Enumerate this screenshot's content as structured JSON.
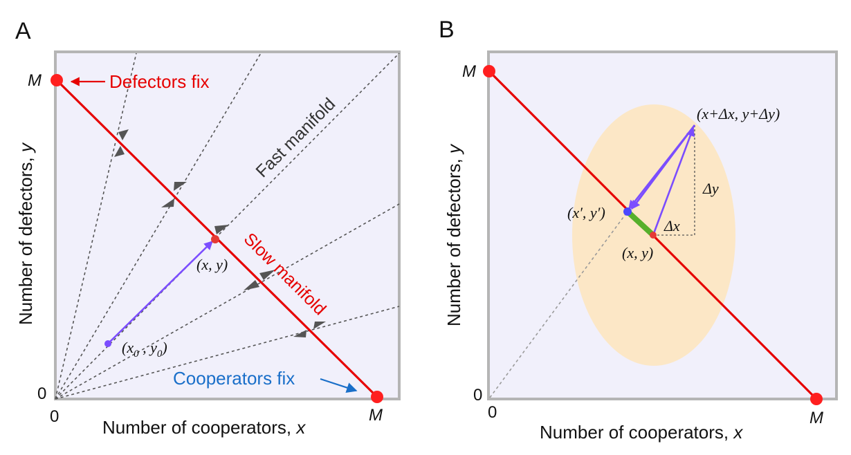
{
  "colors": {
    "slow_manifold": "#e60000",
    "fixation_point": "#ff1f1f",
    "trajectory_arrow": "#7b4dff",
    "cooperators_label": "#1a6fc9",
    "dashed_lines": "#555555",
    "panel_bg": "#f1f0fb",
    "panel_border": "#b5b5b5",
    "fluctuation_ellipse": "#fce7c6",
    "projection_segment": "#56b02c",
    "state_point_blue": "#4a47ff"
  },
  "panel_a": {
    "letter": "A",
    "x_axis_title": "Number of cooperators, ",
    "x_axis_var": "x",
    "y_axis_title": "Number of defectors, ",
    "y_axis_var": "y",
    "origin_x_tick": "0",
    "origin_y_tick": "0",
    "max_x_tick": "M",
    "max_y_tick": "M",
    "defectors_fix_label": "Defectors fix",
    "cooperators_fix_label": "Cooperators fix",
    "fast_manifold_label": "Fast manifold",
    "slow_manifold_label": "Slow manifold",
    "point_xy": "(x, y)",
    "point_x0": "(x",
    "sub0_a": "0",
    "comma_y": " , y",
    "sub0_b": "0",
    "close_paren": ")"
  },
  "panel_b": {
    "letter": "B",
    "x_axis_title": "Number of cooperators, ",
    "x_axis_var": "x",
    "y_axis_title": "Number of defectors, ",
    "y_axis_var": "y",
    "origin_x_tick": "0",
    "origin_y_tick": "0",
    "max_x_tick": "M",
    "max_y_tick": "M",
    "point_perturbed": "(x+Δx, y+Δy)",
    "point_projected": "(x′, y′)",
    "point_xy": "(x, y)",
    "delta_x": "Δx",
    "delta_y": "Δy"
  }
}
